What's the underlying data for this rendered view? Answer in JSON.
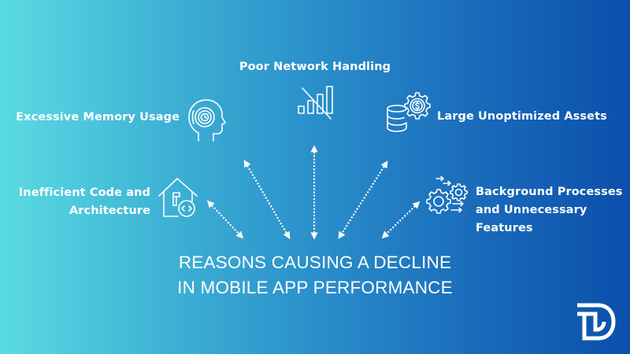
{
  "title": {
    "line1": "REASONS CAUSING A DECLINE",
    "line2": "IN MOBILE APP PERFORMANCE"
  },
  "reasons": [
    {
      "label": "Excessive Memory Usage",
      "icon": "head-memory-icon"
    },
    {
      "label_lines": [
        "Inefficient Code and",
        "Architecture"
      ],
      "icon": "house-code-icon"
    },
    {
      "label": "Poor Network Handling",
      "icon": "no-signal-bars-icon"
    },
    {
      "label": "Large Unoptimized Assets",
      "icon": "database-gear-dollar-icon"
    },
    {
      "label_lines": [
        "Background Processes",
        "and Unnecessary",
        "Features"
      ],
      "icon": "gears-arrows-icon"
    }
  ],
  "logo": {
    "icon": "td-logo-icon"
  },
  "colors": {
    "gradient_start": "#5bdbe2",
    "gradient_end": "#0c4fab",
    "foreground": "#ffffff"
  }
}
